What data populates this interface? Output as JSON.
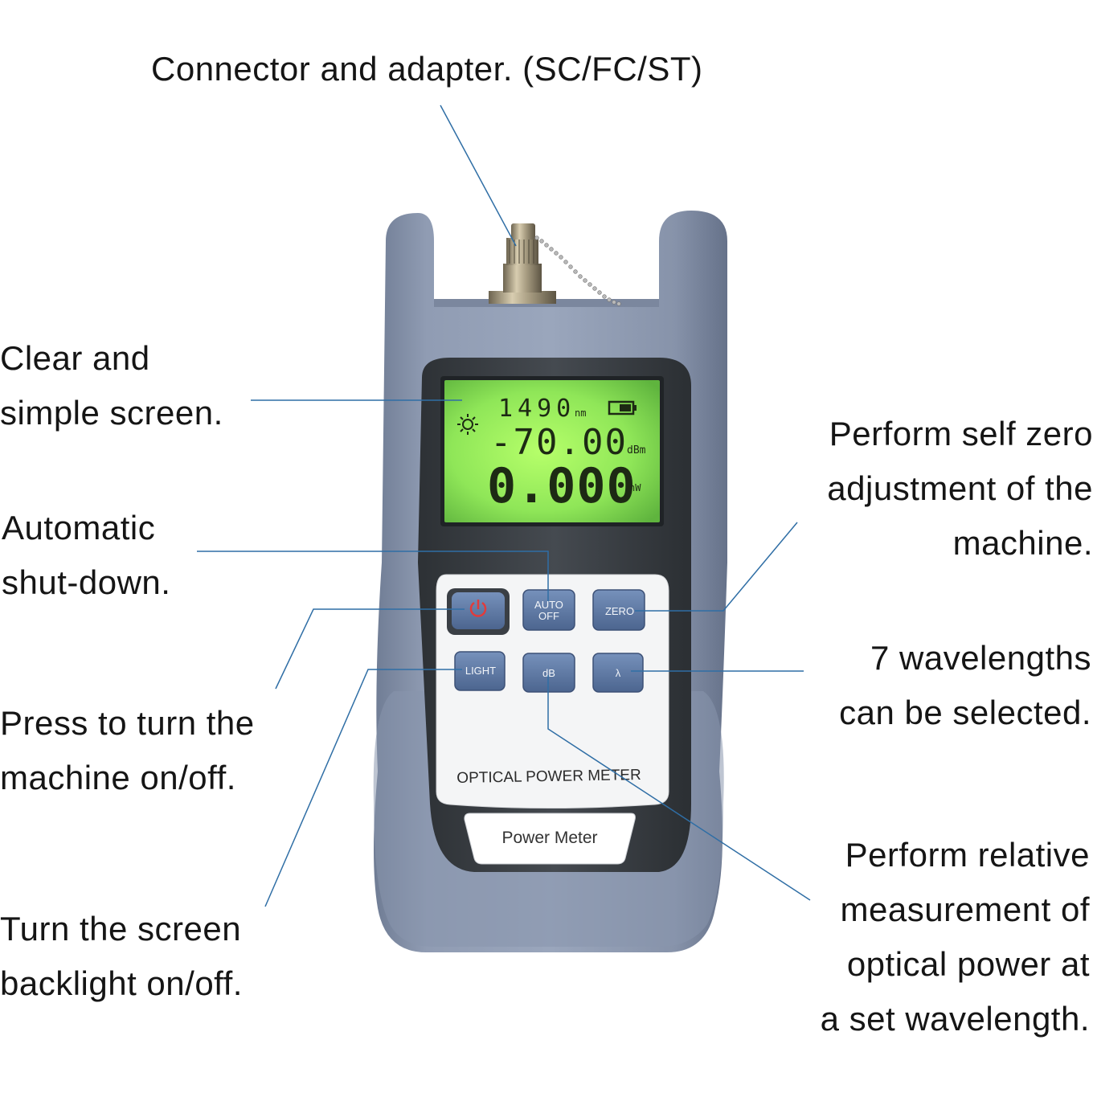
{
  "callouts": {
    "connector": [
      "Connector and adapter. (SC/FC/ST)"
    ],
    "screen": [
      "Clear and",
      "simple screen."
    ],
    "auto_off": [
      "Automatic",
      "shut-down."
    ],
    "power": [
      "Press to turn the",
      "machine on/off."
    ],
    "light": [
      "Turn the screen",
      "backlight on/off."
    ],
    "zero": [
      "Perform self zero",
      "adjustment of the",
      "machine."
    ],
    "wavelength": [
      "7 wavelengths",
      "can be selected."
    ],
    "relative": [
      "Perform relative",
      "measurement of",
      "optical power at",
      "a set wavelength."
    ]
  },
  "display": {
    "wavelength": "1490",
    "wavelength_unit": "nm",
    "dbm_value": "-70.00",
    "dbm_unit": "dBm",
    "nw_value": "0.000",
    "nw_unit": "nW"
  },
  "buttons": {
    "auto_off_line1": "AUTO",
    "auto_off_line2": "OFF",
    "zero": "ZERO",
    "light": "LIGHT",
    "db": "dB",
    "lambda": "λ"
  },
  "device": {
    "panel_label": "OPTICAL POWER METER",
    "name_plate": "Power Meter"
  },
  "colors": {
    "housing": "#8c98ae",
    "bezel": "#3f4449",
    "lcd_green": "#9ef05a",
    "button_blue": "#5f7aa6",
    "power_red": "#e23b3b",
    "leader_line": "#2f6ea5"
  }
}
